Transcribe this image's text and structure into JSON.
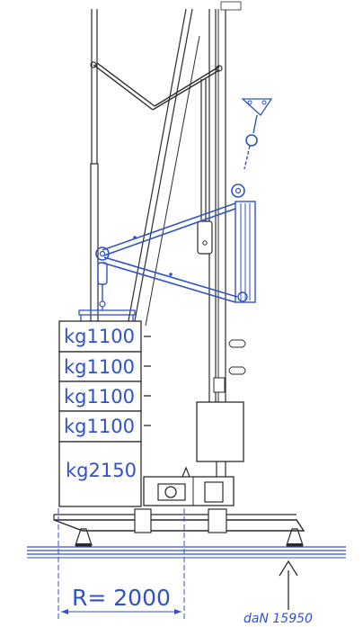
{
  "counterweights": [
    {
      "label": "kg1100"
    },
    {
      "label": "kg1100"
    },
    {
      "label": "kg1100"
    },
    {
      "label": "kg1100"
    },
    {
      "label": "kg2150"
    }
  ],
  "radius_label": "R= 2000",
  "load_label": "daN  15950",
  "colors": {
    "ink": "#2b2b2b",
    "accent": "#2f52c8"
  }
}
